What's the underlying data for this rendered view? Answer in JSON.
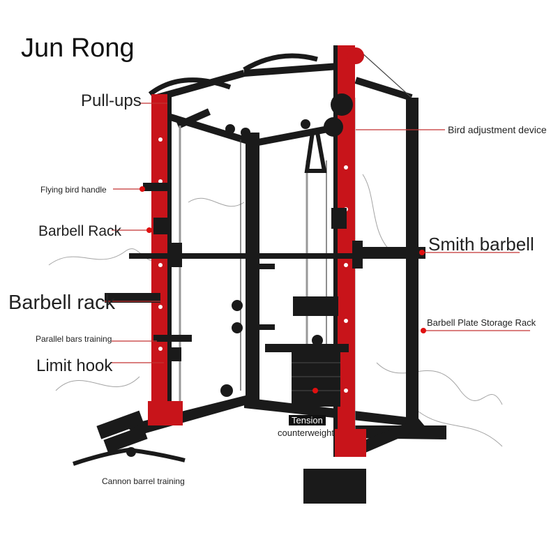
{
  "brand": "Jun Rong",
  "labels": {
    "pullups": "Pull-ups",
    "bird_adjust": "Bird adjustment device",
    "flying_bird": "Flying bird handle",
    "barbell_rack_upper": "Barbell Rack",
    "smith_barbell": "Smith barbell",
    "barbell_rack_lower": "Barbell rack",
    "plate_storage": "Barbell Plate Storage Rack",
    "parallel_bars": "Parallel bars training",
    "limit_hook": "Limit hook",
    "tension": "Tension",
    "counterweight": "counterweight",
    "cannon": "Cannon barrel training"
  },
  "colors": {
    "frame": "#1a1a1a",
    "upright": "#c8141a",
    "leader": "#c33333",
    "dot": "#e01010"
  }
}
